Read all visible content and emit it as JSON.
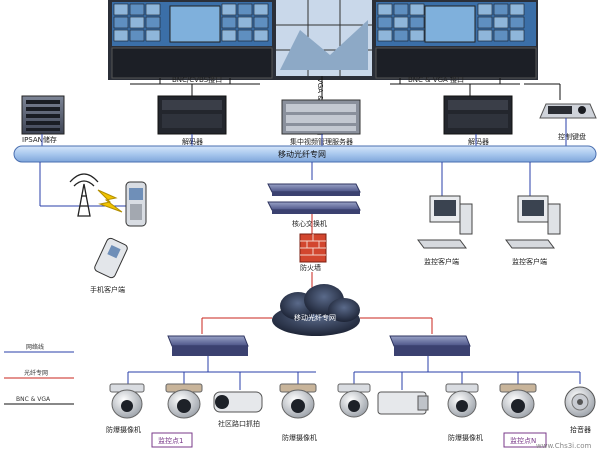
{
  "labels": {
    "bnc_cvbs_interface": "BNC/CVBS接口",
    "bnc_vga_interface_right": "BNC & VGA 接口",
    "vga_hdmi_interface": "VGA & HDMI接口",
    "ipsan_storage": "IPSAN储存",
    "decoder_left": "解码器",
    "central_server": "集中视频管理服务器",
    "decoder_right": "解码器",
    "control_keyboard": "控制键盘",
    "mobile_fiber_network": "移动光纤专网",
    "core_switch": "核心交换机",
    "firewall": "防火墙",
    "mobile_client": "手机客户端",
    "monitor_client_1": "监控客户端",
    "monitor_client_2": "监控客户端",
    "cloud_network": "移动光纤专网",
    "explosion_camera_1": "防爆摄像机",
    "community_capture": "社区路口抓拍",
    "explosion_camera_2": "防爆摄像机",
    "explosion_camera_3": "防爆摄像机",
    "site_1": "监控点1",
    "site_n": "监控点N",
    "pickup": "拾音器",
    "watermark": "www.Chs3i.com"
  },
  "legend": [
    {
      "label": "网络线",
      "color": "#2a3fa8"
    },
    {
      "label": "光纤专网",
      "color": "#c8241c"
    },
    {
      "label": "BNC & VGA",
      "color": "#111111"
    }
  ],
  "colors": {
    "network": "#2a3fa8",
    "fiber": "#c8241c",
    "bnc": "#111111",
    "bus_fill": "#a9c8ee",
    "bus_stroke": "#4a6fb0",
    "site_box": "#7a3a8a"
  }
}
